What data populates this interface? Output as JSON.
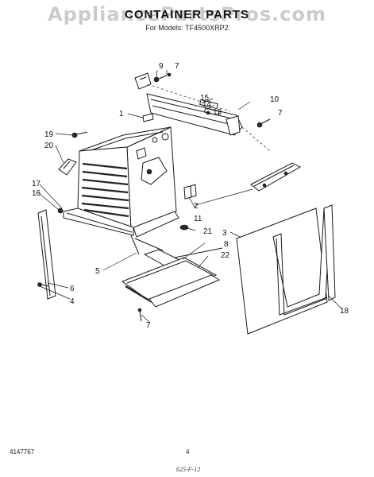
{
  "watermark": "AppliancePartsPros.com",
  "title": "CONTAINER PARTS",
  "subtitle": "For Models:  TF4500XRP2",
  "footer": {
    "doc_number": "4147767",
    "page_number": "4",
    "handwritten_code": "625-F-12"
  },
  "callouts": [
    "1",
    "2",
    "3",
    "4",
    "5",
    "6",
    "7",
    "7",
    "7",
    "8",
    "9",
    "10",
    "11",
    "13",
    "14",
    "15",
    "16",
    "17",
    "18",
    "19",
    "20",
    "21",
    "22"
  ]
}
